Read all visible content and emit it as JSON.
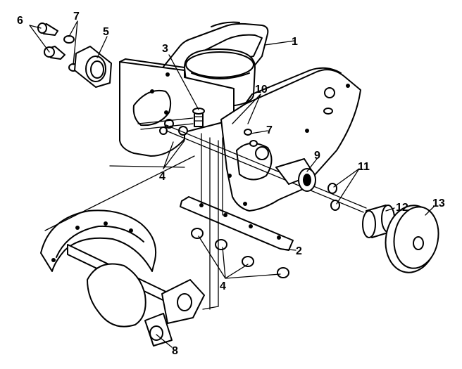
{
  "diagram": {
    "callouts": [
      {
        "id": "c1",
        "label": "1"
      },
      {
        "id": "c2",
        "label": "2"
      },
      {
        "id": "c3",
        "label": "3"
      },
      {
        "id": "c4a",
        "label": "4"
      },
      {
        "id": "c4b",
        "label": "4"
      },
      {
        "id": "c5",
        "label": "5"
      },
      {
        "id": "c6",
        "label": "6"
      },
      {
        "id": "c7a",
        "label": "7"
      },
      {
        "id": "c7b",
        "label": "7"
      },
      {
        "id": "c8",
        "label": "8"
      },
      {
        "id": "c9",
        "label": "9"
      },
      {
        "id": "c10",
        "label": "10"
      },
      {
        "id": "c11",
        "label": "11"
      },
      {
        "id": "c12",
        "label": "12"
      },
      {
        "id": "c13",
        "label": "13"
      }
    ]
  }
}
